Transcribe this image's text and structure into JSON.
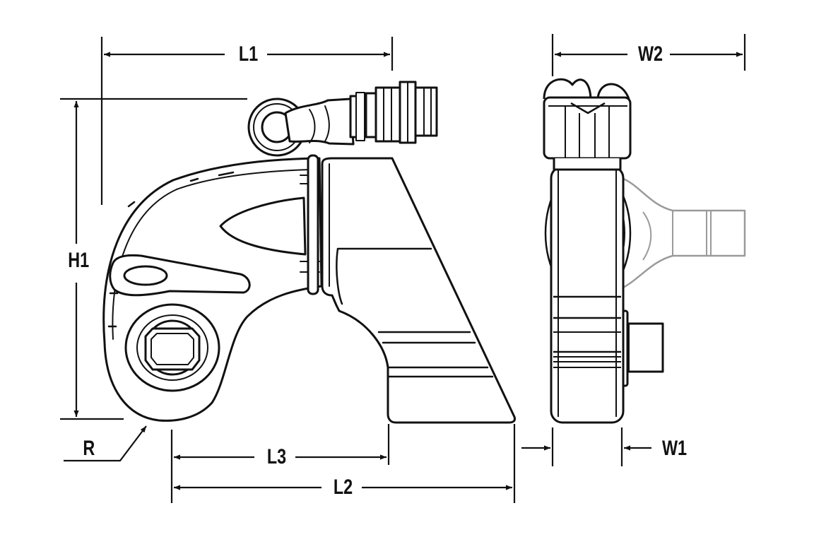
{
  "labels": {
    "L1": "L1",
    "W2": "W2",
    "H1": "H1",
    "R": "R",
    "L3": "L3",
    "L2": "L2",
    "W1": "W1"
  },
  "colors": {
    "line": "#111111",
    "hose_ghost": "#9a9a9a",
    "background": "#ffffff"
  }
}
